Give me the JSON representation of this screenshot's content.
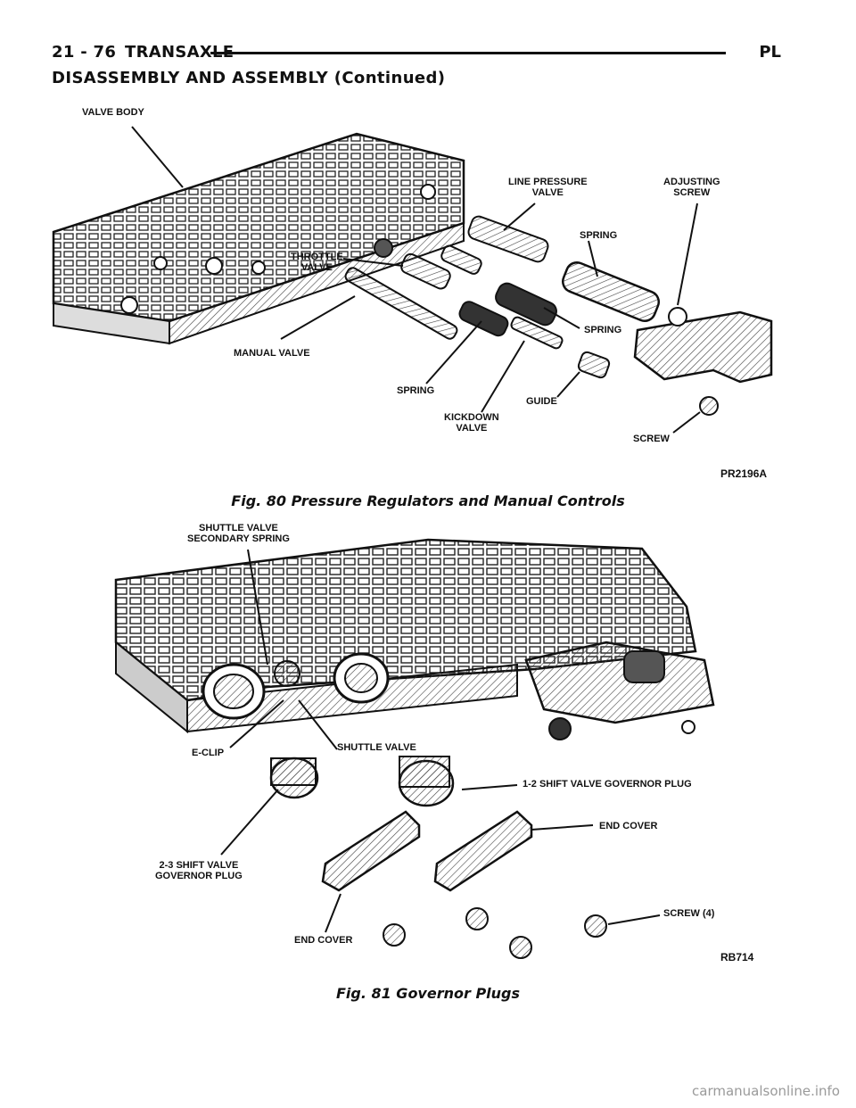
{
  "header": {
    "page_ref": "21 - 76",
    "section_title": "TRANSAXLE",
    "model": "PL"
  },
  "section_heading": "DISASSEMBLY AND ASSEMBLY (Continued)",
  "figure80": {
    "caption": "Fig. 80 Pressure Regulators and Manual Controls",
    "code": "PR2196A",
    "labels": {
      "valve_body": "VALVE BODY",
      "line_pressure_valve": "LINE PRESSURE\nVALVE",
      "adjusting_screw": "ADJUSTING\nSCREW",
      "spring_upper": "SPRING",
      "throttle_valve": "THROTTLE\nVALVE",
      "spring_middle": "SPRING",
      "manual_valve": "MANUAL VALVE",
      "spring_lower": "SPRING",
      "kickdown_valve": "KICKDOWN\nVALVE",
      "guide": "GUIDE",
      "screw": "SCREW"
    }
  },
  "figure81": {
    "caption": "Fig. 81 Governor Plugs",
    "code": "RB714",
    "labels": {
      "shuttle_secondary_spring": "SHUTTLE VALVE\nSECONDARY SPRING",
      "e_clip": "E-CLIP",
      "shuttle_valve": "SHUTTLE VALVE",
      "plug_1_2": "1-2 SHIFT VALVE GOVERNOR PLUG",
      "end_cover_right": "END COVER",
      "plug_2_3": "2-3 SHIFT VALVE\nGOVERNOR PLUG",
      "end_cover_left": "END COVER",
      "screw_4": "SCREW (4)"
    }
  },
  "footer": "carmanualsonline.info"
}
